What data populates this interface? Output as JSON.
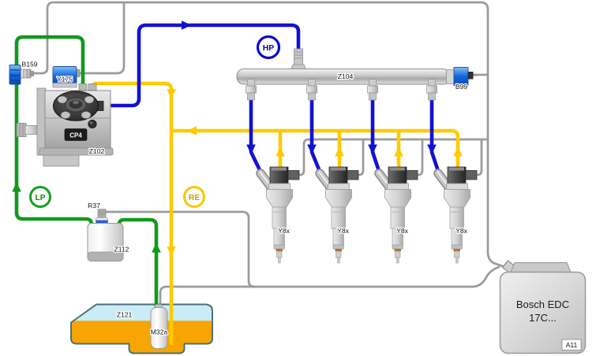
{
  "labels": {
    "pump": {
      "model": "CP4",
      "id": "Z102",
      "valve": "Y175",
      "sensor": "B159"
    },
    "rail": {
      "id": "Z104",
      "sensor": "B99"
    },
    "injector": {
      "id": "Y8x"
    },
    "filter": {
      "heater": "R37",
      "id": "Z112"
    },
    "tank": {
      "id": "Z121",
      "pump": "M32a"
    },
    "ecu": {
      "name_line1": "Bosch EDC",
      "name_line2": "17C...",
      "id": "A11"
    }
  },
  "badges": {
    "high_pressure": "HP",
    "low_pressure": "LP",
    "return_line": "RE"
  },
  "colors": {
    "high_pressure_line": "#1212d0",
    "low_pressure_line": "#12991d",
    "return_line": "#ffca00",
    "wiring": "#9b9b9b",
    "tank_fuel": "#f7a500",
    "tank_headspace": "#c9ecf7",
    "component_blue": "#1565d8"
  }
}
